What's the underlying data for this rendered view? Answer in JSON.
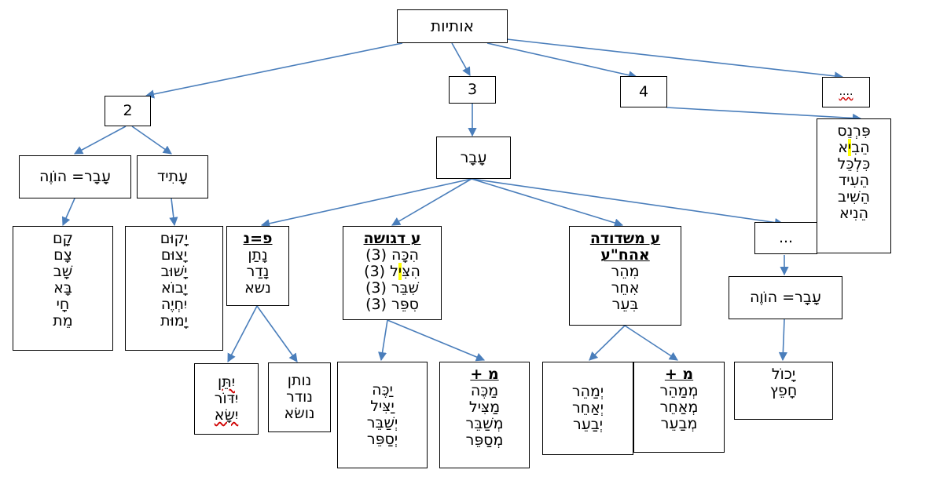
{
  "root": "אותיות",
  "nodes": {
    "n2": "2",
    "n3": "3",
    "n4": "4",
    "ndots": "....",
    "avar_hove_2": "עָבָר= הוֹוֶה",
    "atid_2": "עָתִיד",
    "avar_3": "עָבָר",
    "dots_3": "...",
    "avar_hove_3": "עָבָר= הוֹוֶה"
  },
  "lists": {
    "list_2_past": [
      "קָם",
      "צָם",
      "שָׁב",
      "בָּא",
      "חָי",
      "מֵת"
    ],
    "list_2_future": [
      "יָקוּם",
      "יָצוּם",
      "יָשׁוּב",
      "יָבוֹא",
      "יִחְיֶה",
      "יָמוּת"
    ],
    "list_4": [
      "פִּרְנֵס",
      "הֵבִיא",
      "כִּלְכֵּל",
      "הֵעִיד",
      "הֵשִׁיב",
      "הֵנִיא"
    ],
    "pe_nun": {
      "title": "פ=נ",
      "items": [
        "נָתַן",
        "נָדַר",
        "נשא"
      ]
    },
    "ayin_dagusha": {
      "title": "ע דגושה",
      "items": [
        "הִכָּה (3)",
        "הִצִּיל (3)",
        "שִׁבֵּר (3)",
        "סִפֵּר (3)"
      ]
    },
    "ayin_meshuddedet": {
      "title": "ע משדודה",
      "title2": "אהח\"ע",
      "items": [
        "מִהֵר",
        "אִחֵר",
        "בִּעֵר"
      ]
    },
    "pe_nun_future": [
      "יִתֵּן",
      "יִדּוֹר",
      "יִשָּׂא"
    ],
    "pe_nun_present": [
      "נותן",
      "נודר",
      "נושׂא"
    ],
    "dagusha_future": [
      "יַכֶּה",
      "יַצִּיל",
      "יְשַׁבֵּר",
      "יְסַפֵּר"
    ],
    "dagusha_mem": {
      "title": "מ +",
      "items": [
        "מַכֶּה",
        "מַצִּיל",
        "מְשַׁבֵּר",
        "מְסַפֵּר"
      ]
    },
    "meshuddedet_future": [
      "יְמַהֵר",
      "יְאַחֵר",
      "יְבַעֵר"
    ],
    "meshuddedet_mem": {
      "title": "מ +",
      "items": [
        "מְמַהֵר",
        "מְאַחֵר",
        "מְבַעֵר"
      ]
    },
    "hove_3": [
      "יָכוֹל",
      "חָפֵץ"
    ]
  },
  "colors": {
    "arrow": "#4a7ebb",
    "border": "#000000",
    "highlight": "#ffff00",
    "squiggle": "#d00000"
  }
}
